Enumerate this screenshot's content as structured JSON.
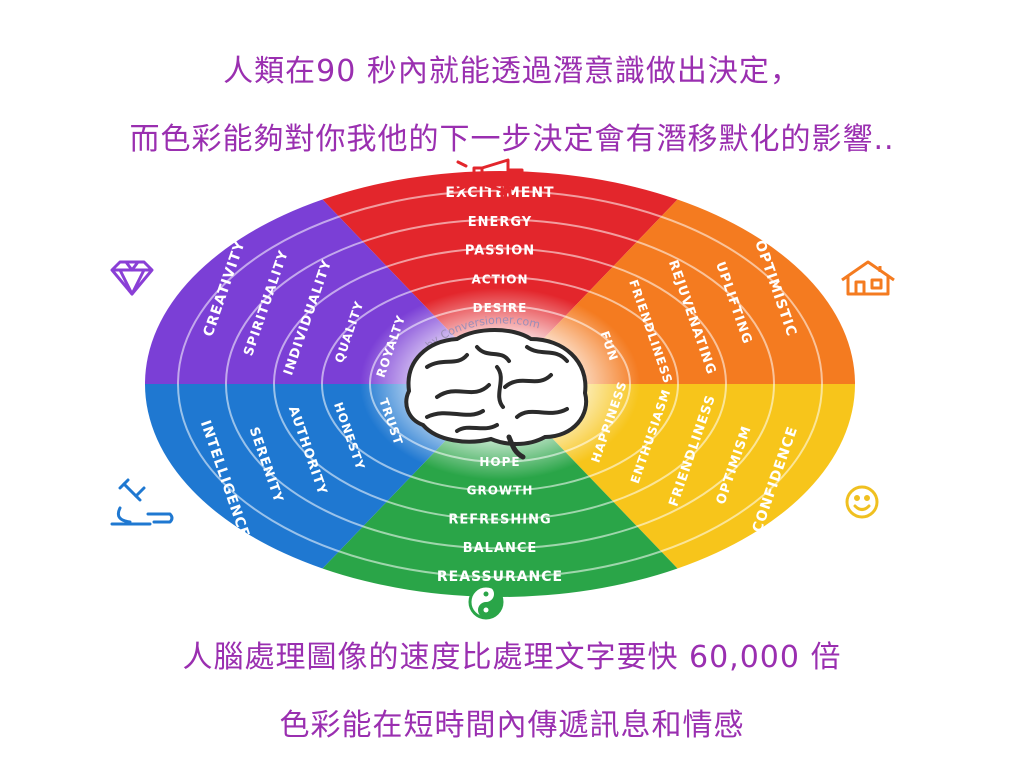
{
  "header": {
    "line1": "人類在90 秒內就能透過潛意識做出決定，",
    "line2": "而色彩能夠對你我他的下一步決定會有潛移默化的影響.."
  },
  "footer": {
    "line1": "人腦處理圖像的速度比處理文字要快 60,000 倍",
    "line2": "色彩能在短時間內傳遞訊息和情感"
  },
  "wheel": {
    "watermark": "by Conversioner.com",
    "center_icon": "brain-icon",
    "sectors": [
      {
        "id": "red",
        "color": "#e3262c",
        "icon": "megaphone-icon",
        "icon_color": "#e3262c",
        "words": [
          "EXCITEMENT",
          "ENERGY",
          "PASSION",
          "ACTION",
          "DESIRE"
        ]
      },
      {
        "id": "orange",
        "color": "#f47b20",
        "icon": "house-icon",
        "icon_color": "#f47b20",
        "words": [
          "OPTIMISTIC",
          "UPLIFTING",
          "REJUVENATING",
          "FRIENDLINESS",
          "FUN"
        ]
      },
      {
        "id": "yellow",
        "color": "#f7c51b",
        "icon": "smiley-icon",
        "icon_color": "#f0c020",
        "words": [
          "CONFIDENCE",
          "OPTIMISM",
          "FRIENDLINESS",
          "ENTHUSIASM",
          "HAPPINESS"
        ]
      },
      {
        "id": "green",
        "color": "#2aa548",
        "icon": "yin-yang-icon",
        "icon_color": "#2aa548",
        "words": [
          "REASSURANCE",
          "BALANCE",
          "REFRESHING",
          "GROWTH",
          "HOPE"
        ]
      },
      {
        "id": "blue",
        "color": "#1f78d1",
        "icon": "microscope-icon",
        "icon_color": "#1f78d1",
        "words": [
          "INTELLIGENCE",
          "SERENITY",
          "AUTHORITY",
          "HONESTY",
          "TRUST"
        ]
      },
      {
        "id": "purple",
        "color": "#7b3fd6",
        "icon": "diamond-icon",
        "icon_color": "#8a3fd6",
        "words": [
          "CREATIVITY",
          "SPIRITUALITY",
          "INDIVIDUALITY",
          "QUALITY",
          "ROYALTY"
        ]
      }
    ]
  }
}
